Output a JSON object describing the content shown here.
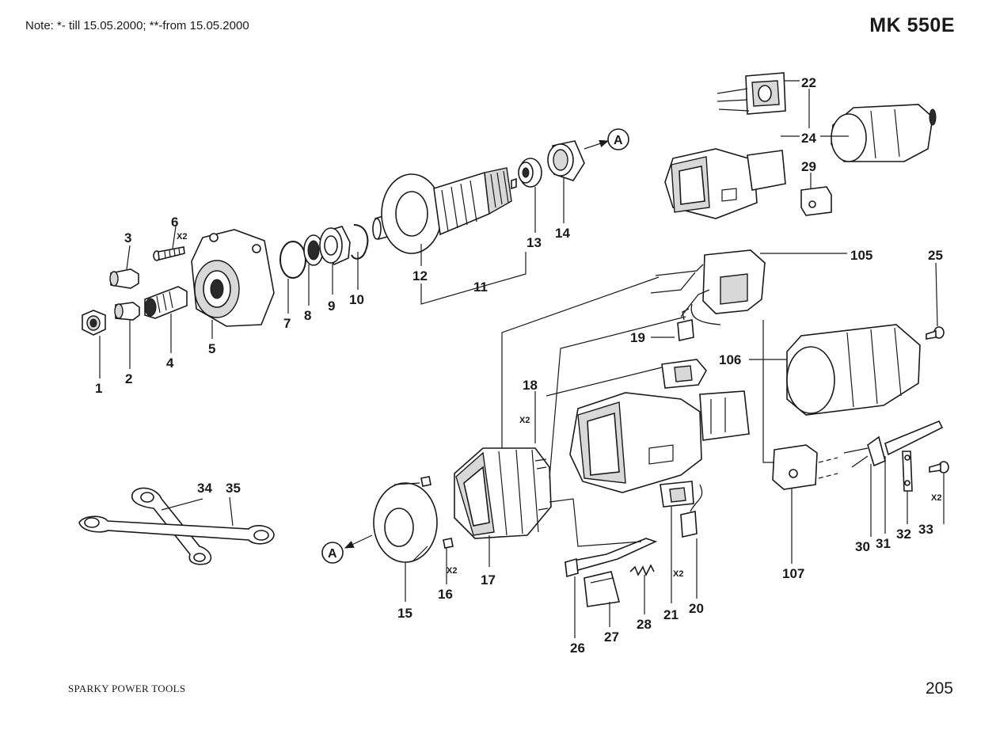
{
  "header": {
    "note": "Note: *- till 15.05.2000; **-from 15.05.2000",
    "model": "MK 550E"
  },
  "footer": {
    "brand": "SPARKY POWER TOOLS",
    "page_number": "205"
  },
  "callouts": {
    "p1": "1",
    "p2": "2",
    "p3": "3",
    "p4": "4",
    "p5": "5",
    "p6": "6",
    "p7": "7",
    "p8": "8",
    "p9": "9",
    "p10": "10",
    "p11": "11",
    "p12": "12",
    "p13": "13",
    "p14": "14",
    "p15": "15",
    "p16": "16",
    "p17": "17",
    "p18": "18",
    "p19": "19",
    "p20": "20",
    "p21": "21",
    "p22": "22",
    "p24": "24",
    "p25": "25",
    "p26": "26",
    "p27": "27",
    "p28": "28",
    "p29": "29",
    "p30": "30",
    "p31": "31",
    "p32": "32",
    "p33": "33",
    "p34": "34",
    "p35": "35",
    "p105": "105",
    "p106": "106",
    "p107": "107"
  },
  "quantities": {
    "q6": "X2",
    "q16": "X2",
    "q18": "X2",
    "q21": "X2",
    "q33": "X2"
  },
  "connectors": {
    "a_top": "A",
    "a_bottom": "A"
  }
}
